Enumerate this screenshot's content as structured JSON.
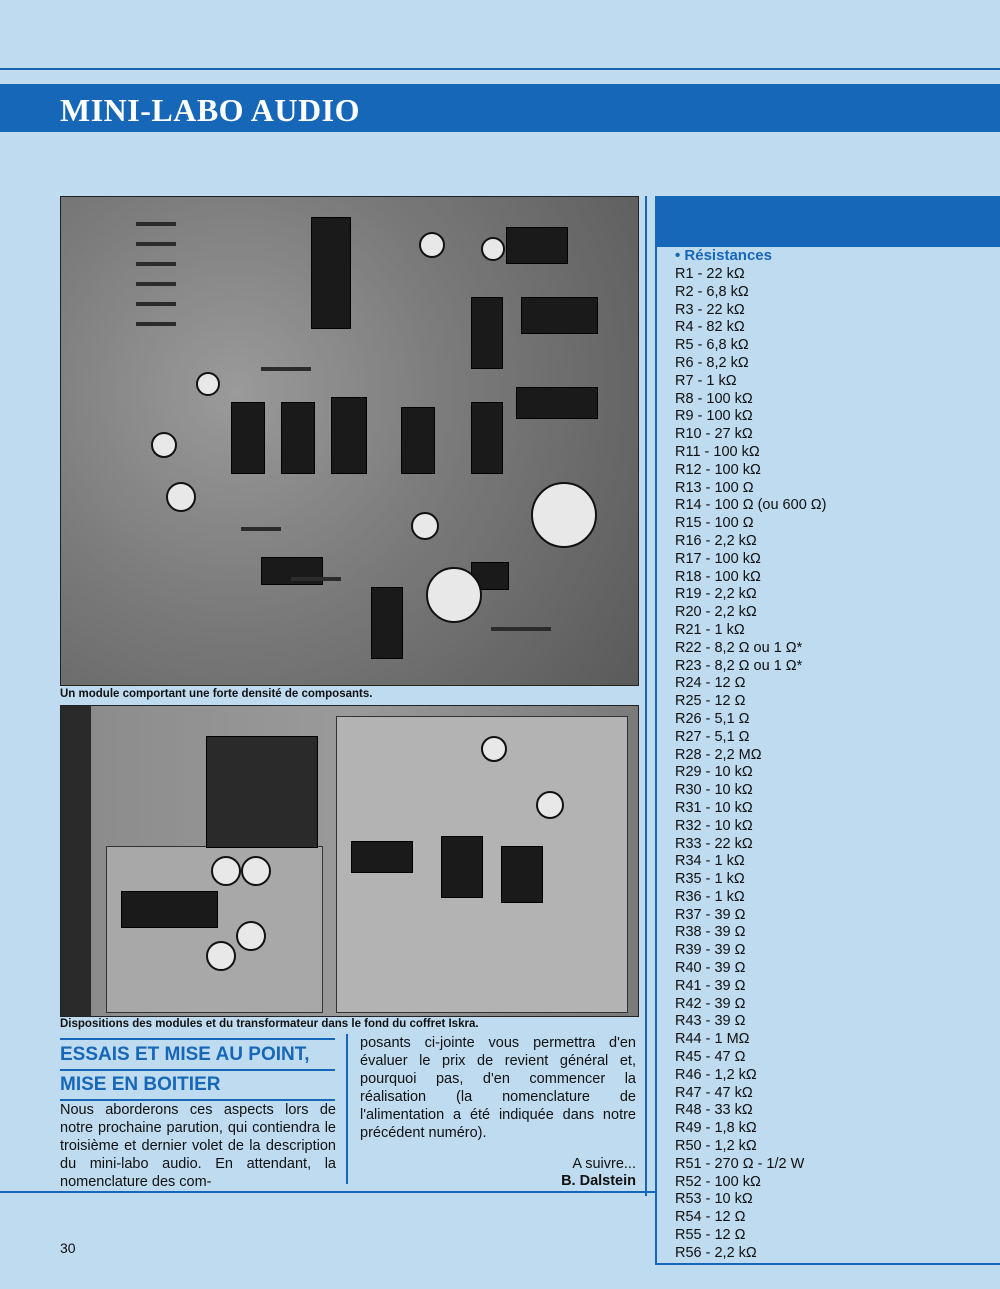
{
  "header": {
    "title": "MINI-LABO AUDIO"
  },
  "photos": {
    "caption1": "Un module comportant une forte densité de composants.",
    "caption2": "Dispositions des modules et du transformateur dans le fond du coffret Iskra."
  },
  "article": {
    "heading_line1": "ESSAIS ET MISE AU POINT,",
    "heading_line2": "MISE EN BOITIER",
    "col1": "Nous aborderons ces aspects lors de notre prochaine parution, qui contiendra le troisième et dernier volet de la description du mini-labo audio. En attendant, la nomenclature des com-",
    "col2": "posants ci-jointe vous permettra d'en évaluer le prix de revient général et, pourquoi pas, d'en commencer la réalisation (la nomenclature de l'alimentation a été indiquée dans notre précédent numéro).",
    "to_follow": "A suivre...",
    "author": "B. Dalstein"
  },
  "page_number": "30",
  "parts_list": {
    "title": "• Résistances",
    "items": [
      "R1 - 22 kΩ",
      "R2 - 6,8 kΩ",
      "R3 - 22 kΩ",
      "R4 - 82 kΩ",
      "R5 - 6,8 kΩ",
      "R6 - 8,2 kΩ",
      "R7 - 1 kΩ",
      "R8 - 100 kΩ",
      "R9 - 100 kΩ",
      "R10 - 27 kΩ",
      "R11 - 100 kΩ",
      "R12 - 100 kΩ",
      "R13 - 100 Ω",
      "R14 - 100 Ω (ou 600 Ω)",
      "R15 - 100 Ω",
      "R16 - 2,2 kΩ",
      "R17 - 100 kΩ",
      "R18 - 100 kΩ",
      "R19 - 2,2 kΩ",
      "R20 - 2,2 kΩ",
      "R21 - 1 kΩ",
      "R22 - 8,2 Ω ou 1 Ω*",
      "R23 - 8,2 Ω ou 1 Ω*",
      "R24 - 12 Ω",
      "R25 - 12 Ω",
      "R26 - 5,1 Ω",
      "R27 - 5,1 Ω",
      "R28 - 2,2 MΩ",
      "R29 - 10 kΩ",
      "R30 - 10 kΩ",
      "R31 - 10 kΩ",
      "R32 - 10 kΩ",
      "R33 - 22 kΩ",
      "R34 - 1 kΩ",
      "R35 - 1 kΩ",
      "R36 - 1 kΩ",
      "R37 - 39 Ω",
      "R38 - 39 Ω",
      "R39 - 39 Ω",
      "R40 - 39 Ω",
      "R41 - 39 Ω",
      "R42 - 39 Ω",
      "R43 - 39 Ω",
      "R44 - 1 MΩ",
      "R45 - 47 Ω",
      "R46 - 1,2 kΩ",
      "R47 - 47 kΩ",
      "R48 - 33 kΩ",
      "R49 - 1,8 kΩ",
      "R50 - 1,2 kΩ",
      "R51 - 270 Ω - 1/2 W",
      "R52 - 100 kΩ",
      "R53 - 10 kΩ",
      "R54 - 12 Ω",
      "R55 - 12 Ω",
      "R56 - 2,2 kΩ"
    ]
  }
}
